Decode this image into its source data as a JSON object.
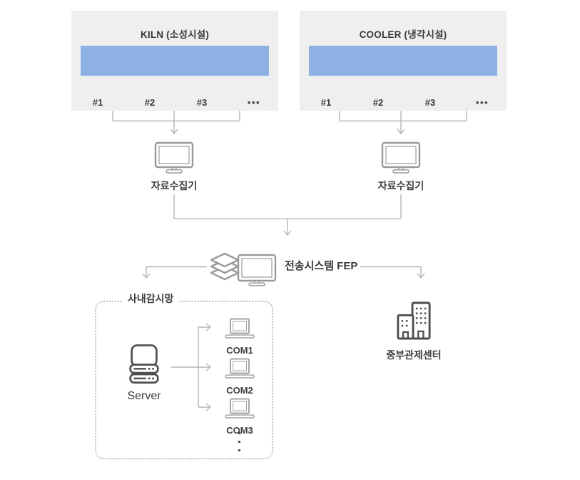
{
  "colors": {
    "equipment_bar_blue": "#8CB1E2",
    "facility_box_bg": "#EFEFEF",
    "connector_line": "#B5B5B5",
    "icon_light_gray": "#9B9B9B",
    "icon_dark_gray": "#4F4F4F",
    "text_dark": "#3A3A3A"
  },
  "kiln": {
    "title": "KILN (소성시설)",
    "units": [
      "#1",
      "#2",
      "#3"
    ],
    "ellipsis": "•••"
  },
  "cooler": {
    "title": "COOLER (냉각시설)",
    "units": [
      "#1",
      "#2",
      "#3"
    ],
    "ellipsis": "•••"
  },
  "collectors": [
    {
      "label": "자료수집기"
    },
    {
      "label": "자료수집기"
    }
  ],
  "fep": {
    "label": "전송시스템 FEP"
  },
  "network": {
    "title": "사내감시망",
    "server_label": "Server",
    "computers": [
      "COM1",
      "COM2",
      "COM3"
    ]
  },
  "control_center": {
    "label": "중부관제센터"
  }
}
